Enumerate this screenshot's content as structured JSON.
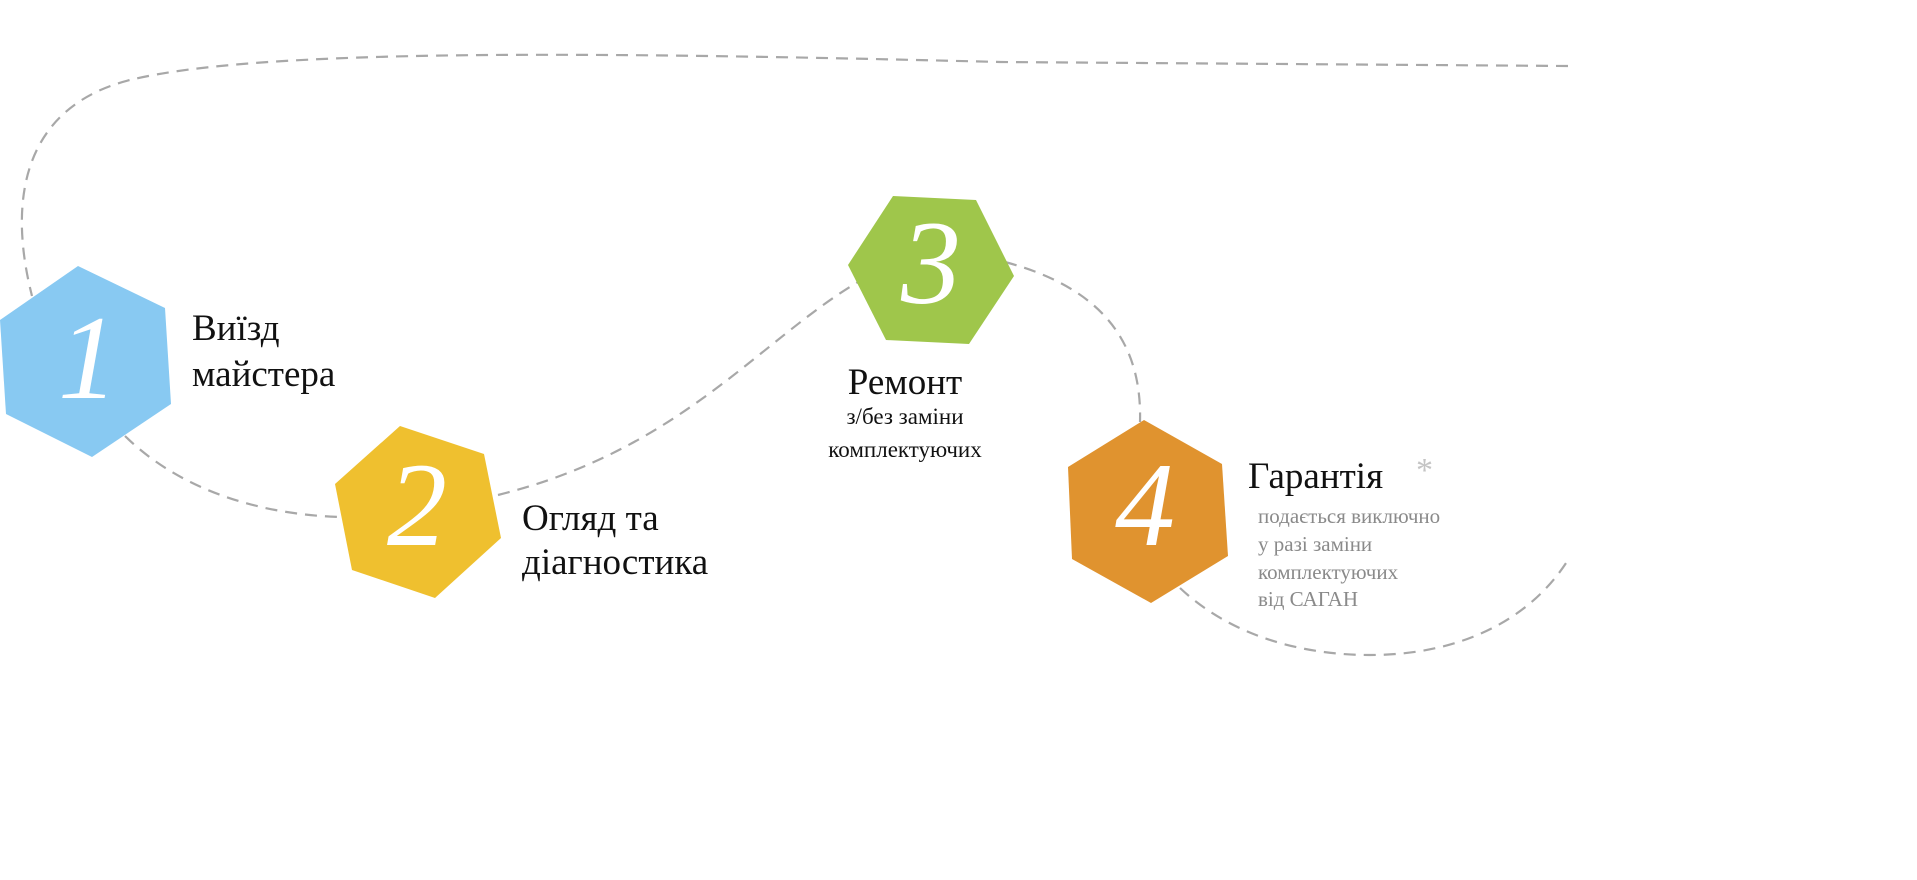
{
  "colors": {
    "step1": "#88c9f2",
    "step2": "#efc02f",
    "step3": "#9fc64b",
    "step4": "#e0932f",
    "path": "#a8a8a8",
    "note": "#8a8a8a"
  },
  "steps": [
    {
      "number": "1",
      "title_lines": [
        "Виїзд",
        "майстера"
      ]
    },
    {
      "number": "2",
      "title_lines": [
        "Огляд та",
        "діагностика"
      ]
    },
    {
      "number": "3",
      "title": "Ремонт",
      "subtitle_lines": [
        "з/без заміни",
        "комплектуючих"
      ]
    },
    {
      "number": "4",
      "title": "Гарантія",
      "asterisk": "*",
      "note_lines": [
        "подається виключно",
        "у разі заміни",
        "комплектуючих",
        "від САГАН"
      ]
    }
  ]
}
